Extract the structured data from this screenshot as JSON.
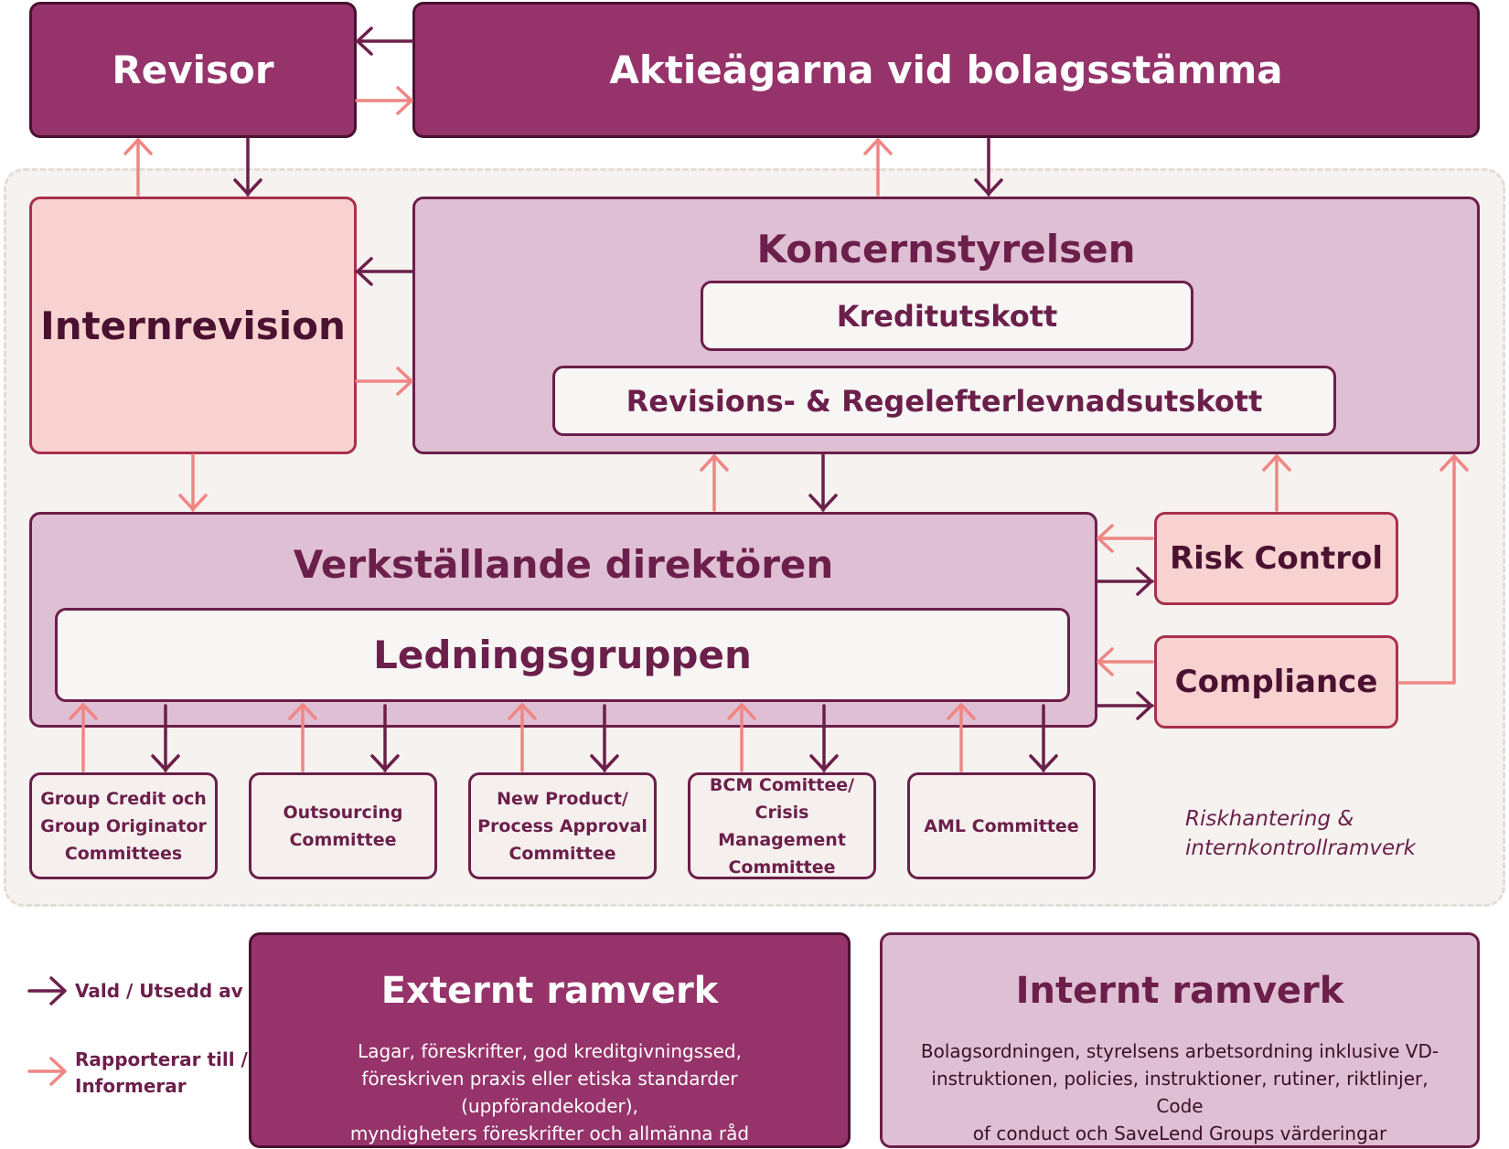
{
  "revisor": "Revisor",
  "aktieagarna": "Aktieägarna vid bolagsstämma",
  "internrevision": "Internrevision",
  "koncernstyrelsen": {
    "title": "Koncernstyrelsen",
    "kreditutskott": "Kreditutskott",
    "revisionsutskott": "Revisions- & Regelefterlevnadsutskott"
  },
  "vd": {
    "title": "Verkställande direktören",
    "ledningsgruppen": "Ledningsgruppen"
  },
  "risk_control": "Risk Control",
  "compliance": "Compliance",
  "committees": [
    {
      "lines": [
        "Group Credit och",
        "Group Originator",
        "Committees"
      ]
    },
    {
      "lines": [
        "Outsourcing",
        "Committee"
      ]
    },
    {
      "lines": [
        "New Product/",
        "Process Approval",
        "Committee"
      ]
    },
    {
      "lines": [
        "BCM Comittee/",
        "Crisis Management",
        "Committee"
      ]
    },
    {
      "lines": [
        "AML Committee"
      ]
    }
  ],
  "zone_note": {
    "line1": "Riskhantering &",
    "line2": "internkontrollramverk"
  },
  "legend": {
    "appointed": "Vald / Utsedd av",
    "reports_line1": "Rapporterar till /",
    "reports_line2": "Informerar"
  },
  "externt": {
    "title": "Externt ramverk",
    "body": [
      "Lagar, föreskrifter, god kreditgivningssed,",
      "föreskriven praxis eller etiska standarder (uppförandekoder),",
      "myndigheters föreskrifter och allmänna råd"
    ]
  },
  "internt": {
    "title": "Internt ramverk",
    "body": [
      "Bolagsordningen, styrelsens arbetsordning inklusive VD-",
      "instruktionen, policies, instruktioner, rutiner, riktlinjer, Code",
      "of conduct och SaveLend Groups värderingar"
    ]
  },
  "colors": {
    "dark_purple": "#96336a",
    "mauve": "#dfbfd3",
    "pink": "#f7d2d0",
    "appointed_arrow": "#6b1f4a",
    "reports_arrow": "#ef8684"
  }
}
